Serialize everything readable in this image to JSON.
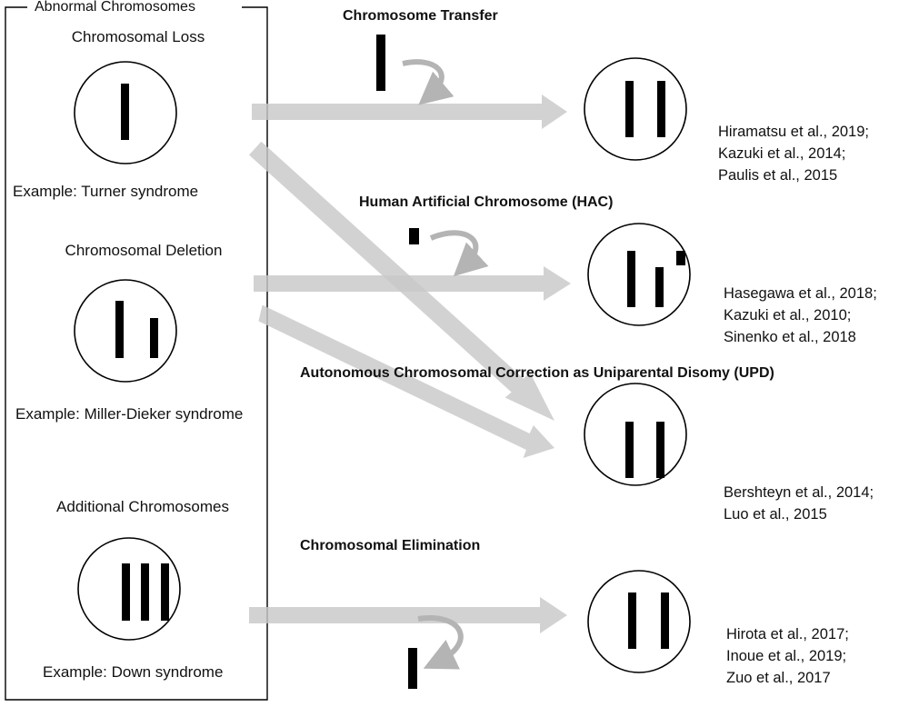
{
  "left_panel": {
    "title": "Abnormal Chromosomes",
    "groups": [
      {
        "heading": "Chromosomal Loss",
        "example": "Example: Turner syndrome"
      },
      {
        "heading": "Chromosomal Deletion",
        "example": "Example: Miller-Dieker syndrome"
      },
      {
        "heading": "Additional Chromosomes",
        "example": "Example: Down syndrome"
      }
    ]
  },
  "methods": [
    {
      "title": "Chromosome Transfer",
      "refs": [
        "Hiramatsu et al., 2019;",
        "Kazuki et al., 2014;",
        "Paulis et al., 2015"
      ]
    },
    {
      "title": "Human Artificial Chromosome (HAC)",
      "refs": [
        "Hasegawa et al., 2018;",
        "Kazuki et al., 2010;",
        "Sinenko et al., 2018"
      ]
    },
    {
      "title": "Autonomous Chromosomal Correction as Uniparental Disomy (UPD)",
      "refs": [
        "Bershteyn et al., 2014;",
        "Luo et al., 2015"
      ]
    },
    {
      "title": "Chromosomal Elimination",
      "refs": [
        "Hirota et al., 2017;",
        "Inoue et al., 2019;",
        "Zuo et al., 2017"
      ]
    }
  ],
  "colors": {
    "arrow": "#c8c8c8",
    "curved_arrow": "#b4b4b4",
    "chromosome": "#000000"
  }
}
